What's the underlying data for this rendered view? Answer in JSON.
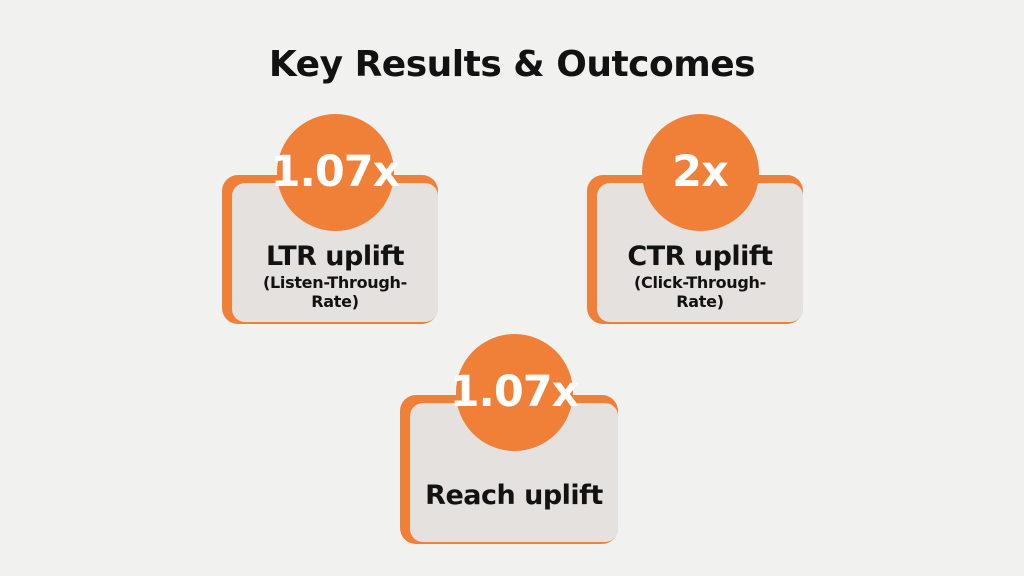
{
  "page": {
    "title": "Key Results & Outcomes"
  },
  "colors": {
    "bg": "#f1f1f0",
    "accent_orange": "#f07f38",
    "card_gray": "#e4e1df",
    "text_dark": "#121212",
    "value_text": "#ffffff"
  },
  "cards": [
    {
      "id": "ltr",
      "value": "1.07x",
      "title": "LTR uplift",
      "subtitle_lines": [
        "(Listen-Through-",
        "Rate)"
      ]
    },
    {
      "id": "ctr",
      "value": "2x",
      "title": "CTR uplift",
      "subtitle_lines": [
        "(Click-Through-",
        "Rate)"
      ]
    },
    {
      "id": "reach",
      "value": "1.07x",
      "title": "Reach uplift",
      "subtitle_lines": []
    }
  ]
}
